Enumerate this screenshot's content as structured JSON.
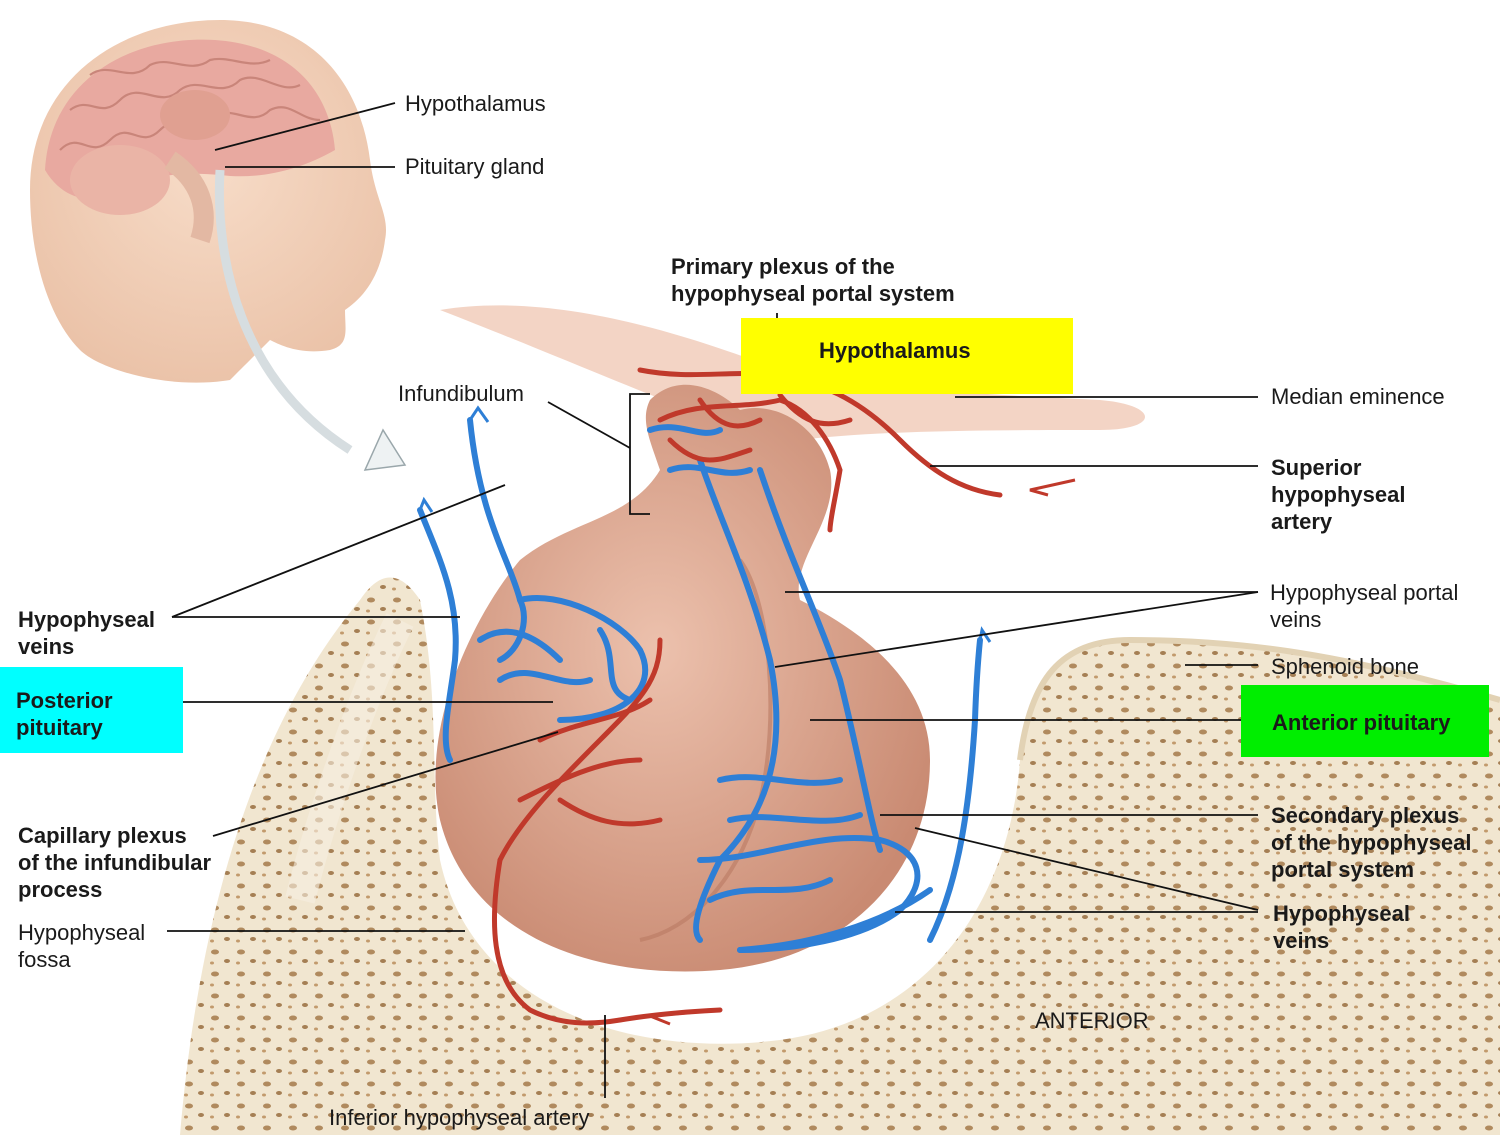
{
  "labels": {
    "hypothalamus_top": "Hypothalamus",
    "pituitary_gland": "Pituitary gland",
    "primary_plexus": "Primary plexus of the\nhypophyseal portal system",
    "hypothalamus_box": "Hypothalamus",
    "infundibulum": "Infundibulum",
    "median_eminence": "Median eminence",
    "superior_artery": "Superior\nhypophyseal\nartery",
    "hypophyseal_veins_left": "Hypophyseal\nveins",
    "portal_veins": "Hypophyseal portal\nveins",
    "sphenoid_bone": "Sphenoid bone",
    "posterior_pituitary": "Posterior\npituitary",
    "anterior_pituitary": "Anterior pituitary",
    "capillary_plexus": "Capillary plexus\nof the infundibular\nprocess",
    "secondary_plexus": "Secondary plexus\nof the hypophyseal\nportal system",
    "hypophyseal_fossa": "Hypophyseal\nfossa",
    "hypophyseal_veins_right": "Hypophyseal\nveins",
    "anterior": "ANTERIOR",
    "inferior_artery": "Inferior hypophyseal artery"
  },
  "colors": {
    "highlight_yellow": "#ffff00",
    "highlight_cyan": "#00ffff",
    "highlight_green": "#00ee00",
    "artery_red": "#c0392b",
    "vein_blue": "#2e7fd6",
    "gland_tissue": "#d9a08a",
    "bone": "#efe3cc"
  }
}
